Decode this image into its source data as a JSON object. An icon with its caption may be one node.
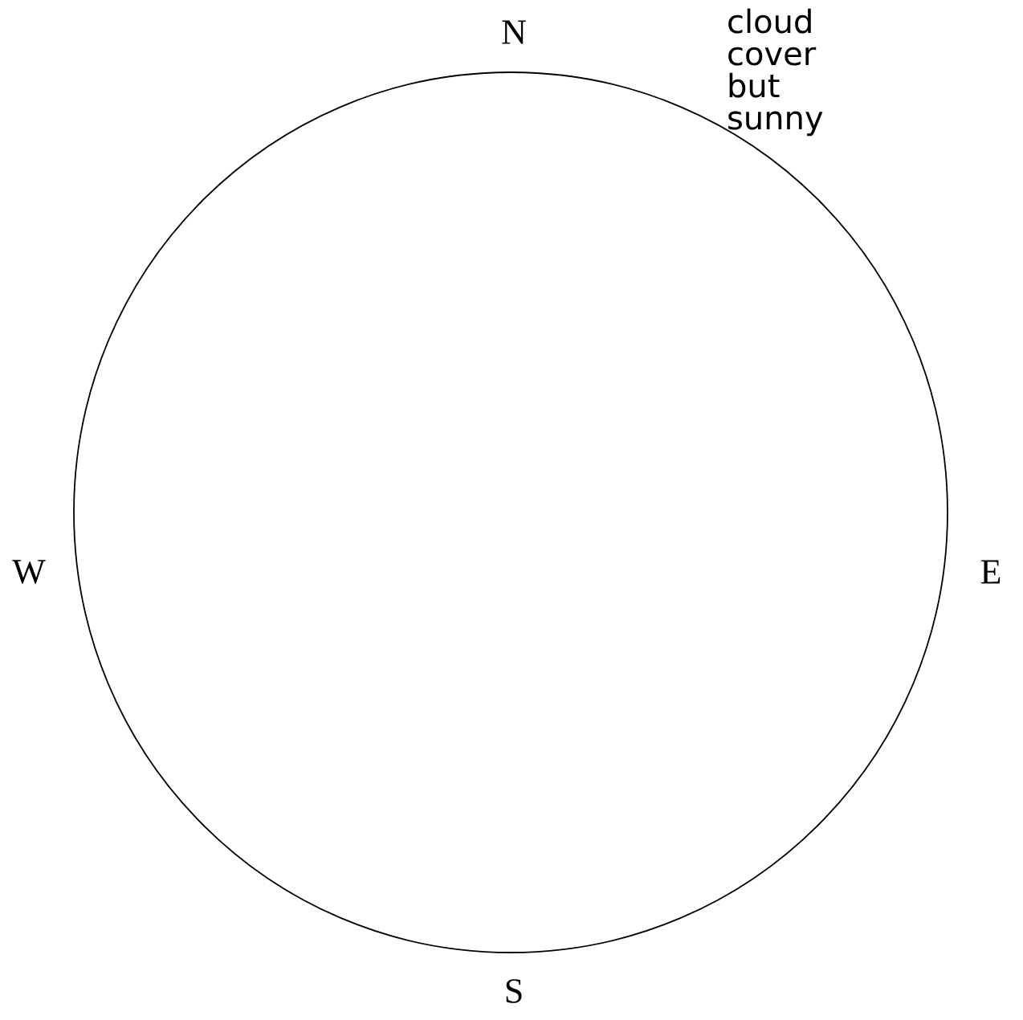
{
  "diagram": {
    "nodes": [
      {
        "text": [],
        "shape": "circle"
      }
    ],
    "edges": [],
    "labels": [
      "cloud cover but sunny",
      "N",
      "W",
      "E",
      "S"
    ]
  }
}
